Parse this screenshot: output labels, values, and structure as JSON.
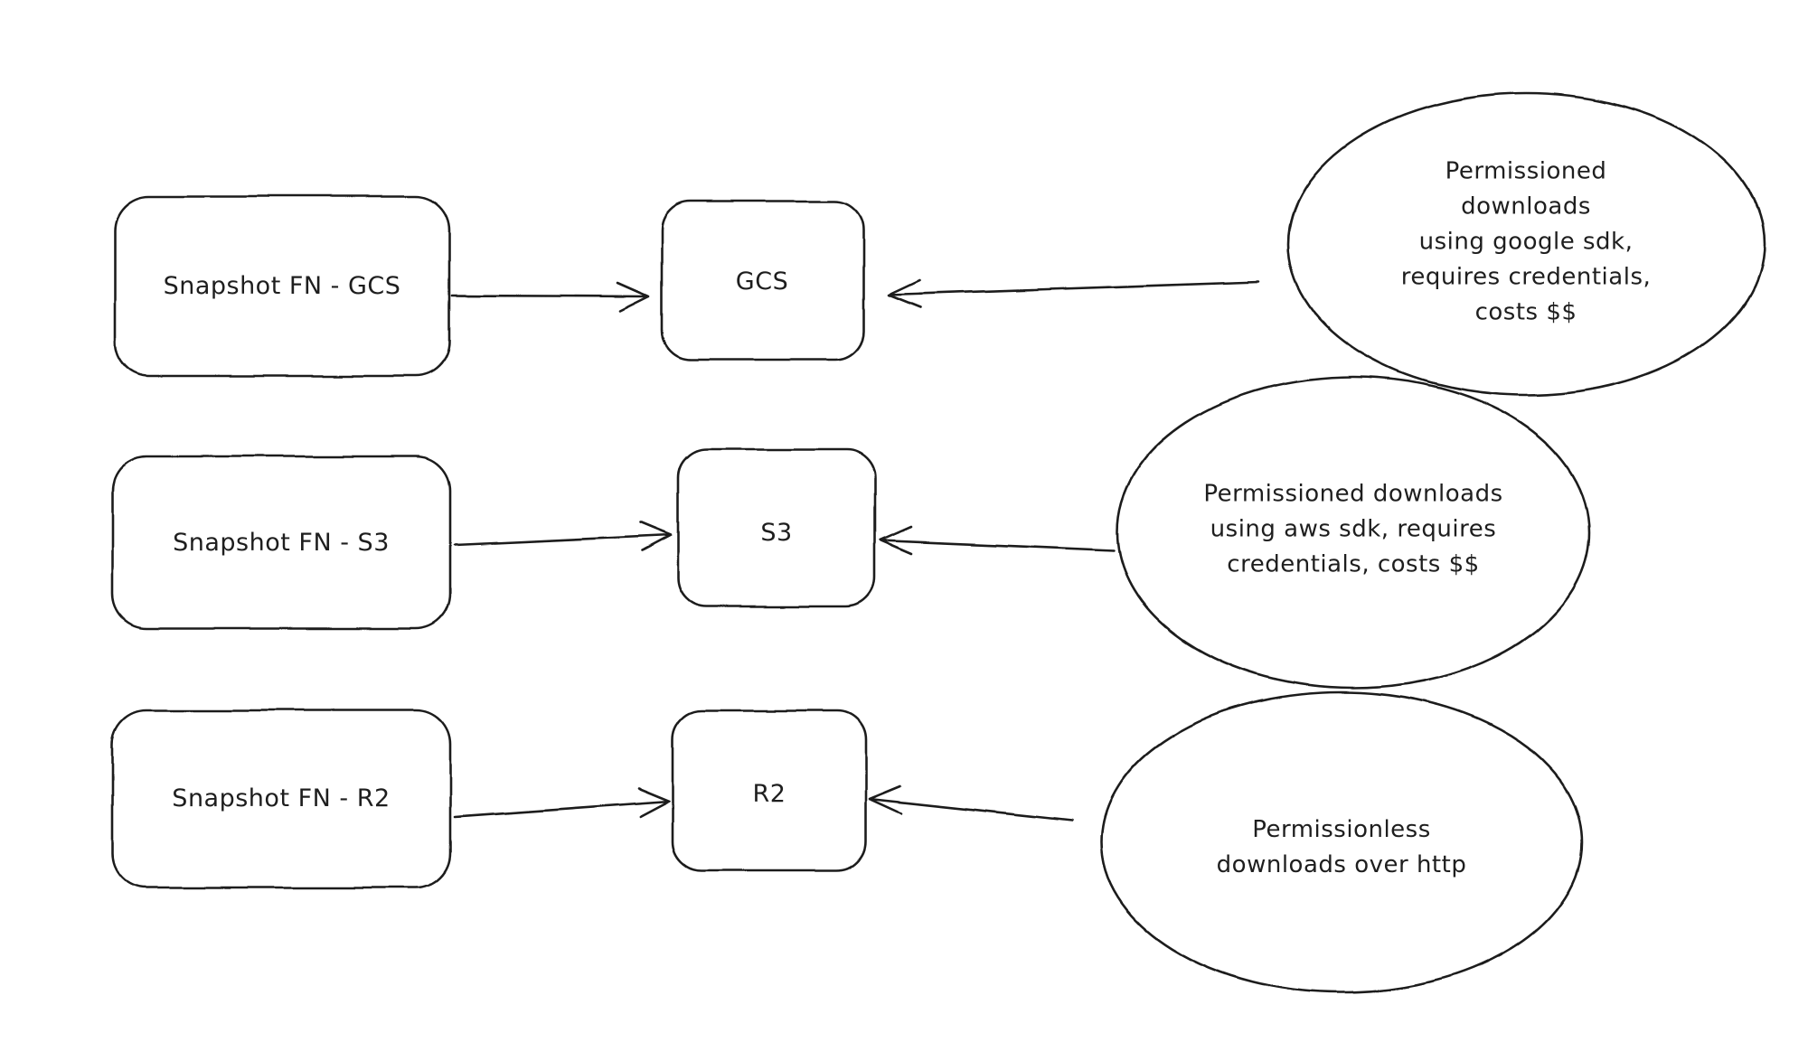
{
  "diagram": {
    "background_color": "#ffffff",
    "stroke_color": "#1e1e1e",
    "rows": [
      {
        "source_label": "Snapshot FN - GCS",
        "store_label": "GCS",
        "note_label": "Permissioned downloads\nusing google sdk,\nrequires credentials,\ncosts $$"
      },
      {
        "source_label": "Snapshot FN - S3",
        "store_label": "S3",
        "note_label": "Permissioned downloads\nusing aws sdk, requires\ncredentials, costs $$"
      },
      {
        "source_label": "Snapshot FN - R2",
        "store_label": "R2",
        "note_label": "Permissionless\ndownloads over http"
      }
    ]
  }
}
